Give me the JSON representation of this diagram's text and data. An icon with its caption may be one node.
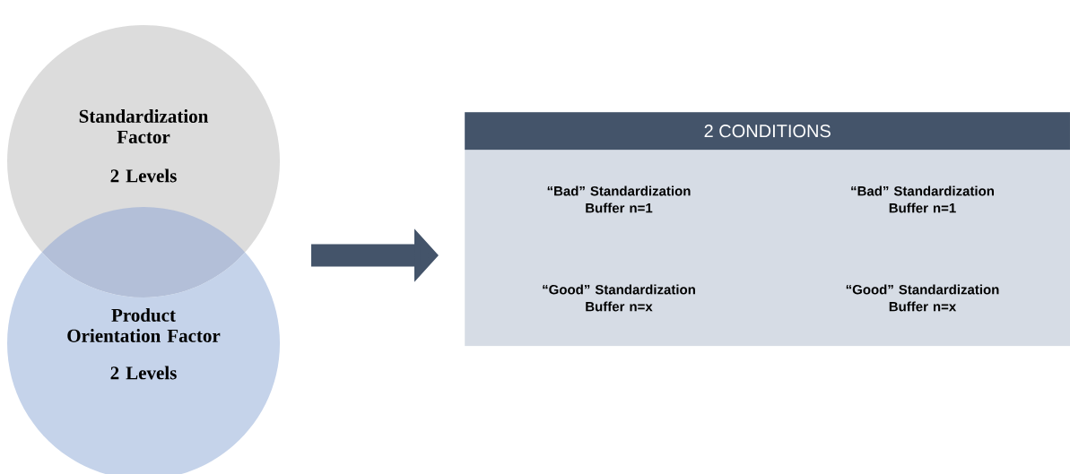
{
  "diagram": {
    "nodes": [
      {
        "text": [
          "Standardization Factor",
          "2 Levels"
        ]
      },
      {
        "text": [
          "Product Orientation Factor",
          "2 Levels"
        ]
      },
      {
        "text": [
          "2 CONDITIONS"
        ]
      },
      {
        "text": [
          "“Bad” Standardization Buffer n=1"
        ],
        "in": 2
      },
      {
        "text": [
          "“Bad” Standardization Buffer n=1"
        ],
        "in": 2
      },
      {
        "text": [
          "“Good” Standardization Buffer n=x"
        ],
        "in": 2
      },
      {
        "text": [
          "“Good” Standardization Buffer n=x"
        ],
        "in": 2
      }
    ],
    "edges": [
      {
        "from": null,
        "to": 2,
        "arrow": "to"
      }
    ]
  }
}
